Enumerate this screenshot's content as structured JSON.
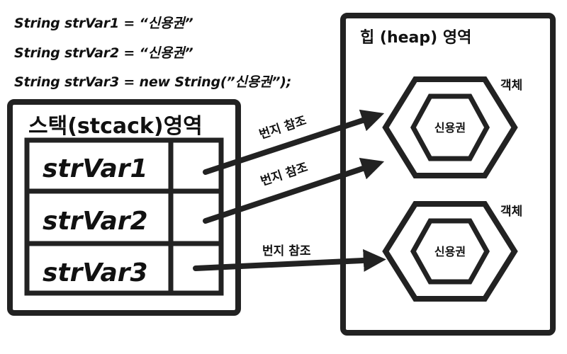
{
  "code_lines": [
    "String strVar1 = “신용권”",
    "String strVar2 = “신용권”",
    "String strVar3 = new String(”신용권”);"
  ],
  "stack": {
    "title": "스택(stcack)영역",
    "variables": [
      "strVar1",
      "strVar2",
      "strVar3"
    ]
  },
  "heap": {
    "title": "힙 (heap) 영역",
    "objects": [
      {
        "label": "객체",
        "value": "신용권"
      },
      {
        "label": "객체",
        "value": "신용권"
      }
    ]
  },
  "arrows": [
    {
      "label": "번지 참조"
    },
    {
      "label": "번지 참조"
    },
    {
      "label": "번지 참조"
    }
  ]
}
